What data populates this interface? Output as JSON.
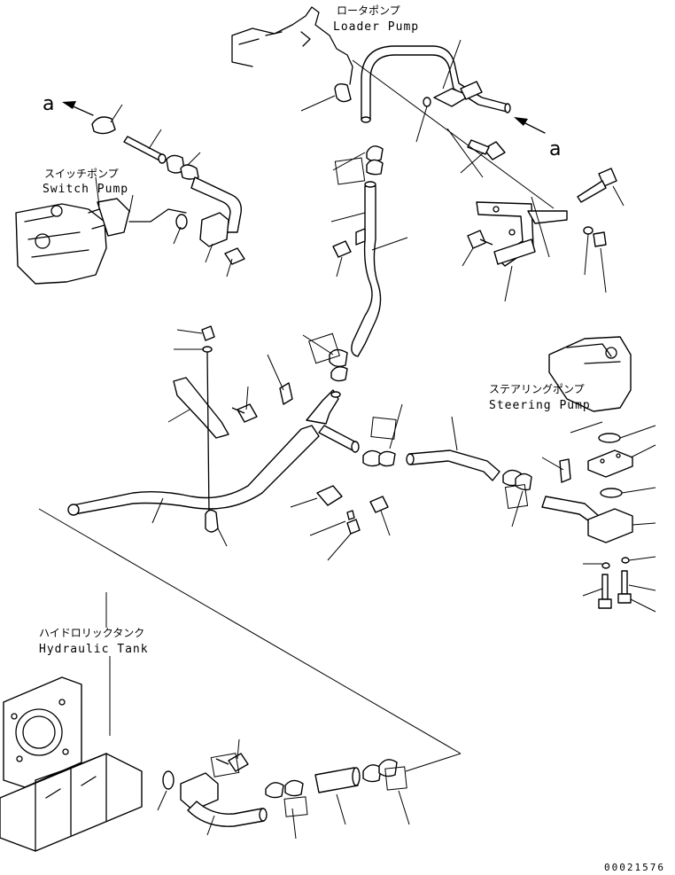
{
  "labels": {
    "loader_pump_jp": "ロータポンプ",
    "loader_pump_en": "Loader Pump",
    "switch_pump_jp": "スイッチポンプ",
    "switch_pump_en": "Switch Pump",
    "steering_pump_jp": "ステアリングポンプ",
    "steering_pump_en": "Steering Pump",
    "hydraulic_tank_jp": "ハイドロリックタンク",
    "hydraulic_tank_en": "Hydraulic Tank",
    "arrow_ref_left": "a",
    "arrow_ref_right": "a"
  },
  "document_number": "00021576"
}
